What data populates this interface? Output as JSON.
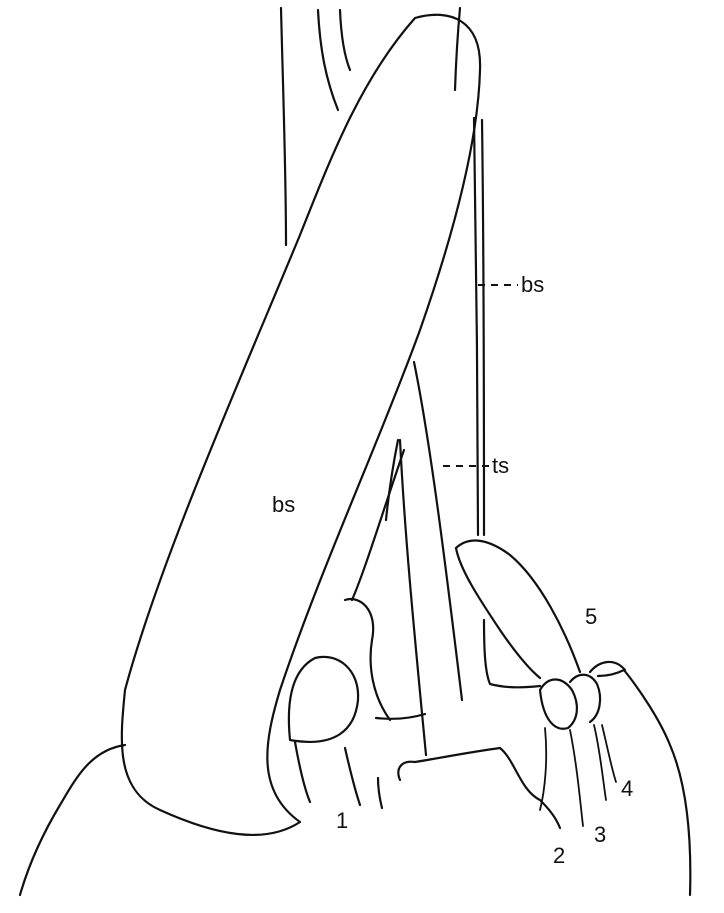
{
  "labels": {
    "bs_left": "bs",
    "bs_right": "bs",
    "ts": "ts",
    "n1": "1",
    "n2": "2",
    "n3": "3",
    "n4": "4",
    "n5": "5"
  },
  "colors": {
    "ink": "#111111",
    "background": "#ffffff"
  }
}
